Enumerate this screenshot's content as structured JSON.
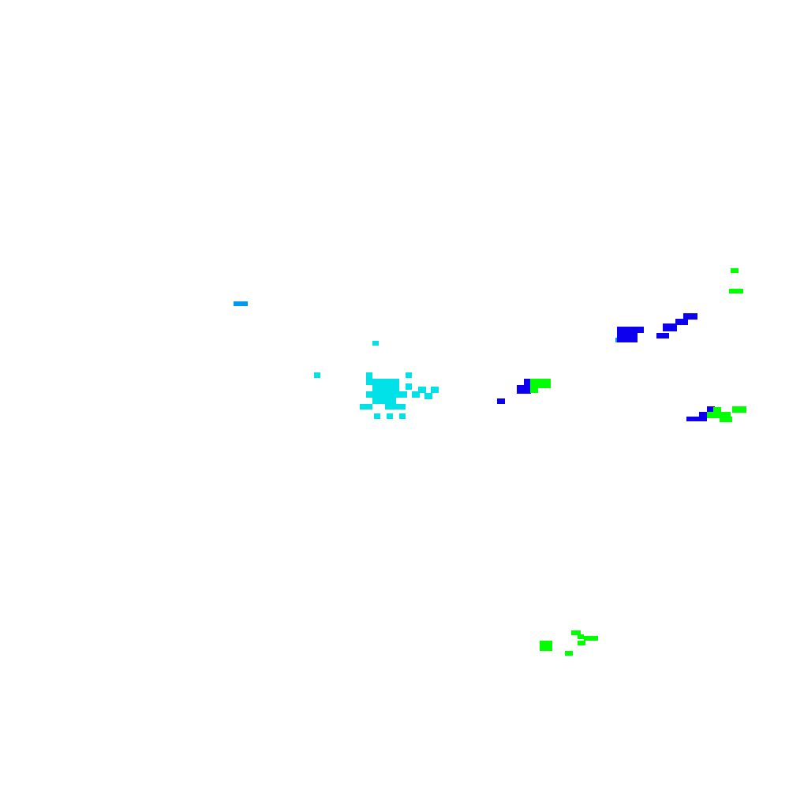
{
  "map": {
    "background_color": "#ffffff",
    "legend_shown": false,
    "labels_shown": false,
    "category_colors": {
      "cyan": "#00e1e8",
      "light-blue": "#0099ef",
      "blue": "#0c00ee",
      "green": "#00ff00"
    },
    "clusters": [
      {
        "name": "cyan-cluster-center",
        "category": "cyan"
      },
      {
        "name": "light-blue-patch-west",
        "category": "light-blue"
      },
      {
        "name": "blue-green-patch-center-east",
        "category": "blue"
      },
      {
        "name": "blue-streak-northeast",
        "category": "blue"
      },
      {
        "name": "green-specks-far-northeast",
        "category": "green"
      },
      {
        "name": "blue-green-band-east",
        "category": "green"
      },
      {
        "name": "green-specks-south",
        "category": "green"
      }
    ]
  }
}
